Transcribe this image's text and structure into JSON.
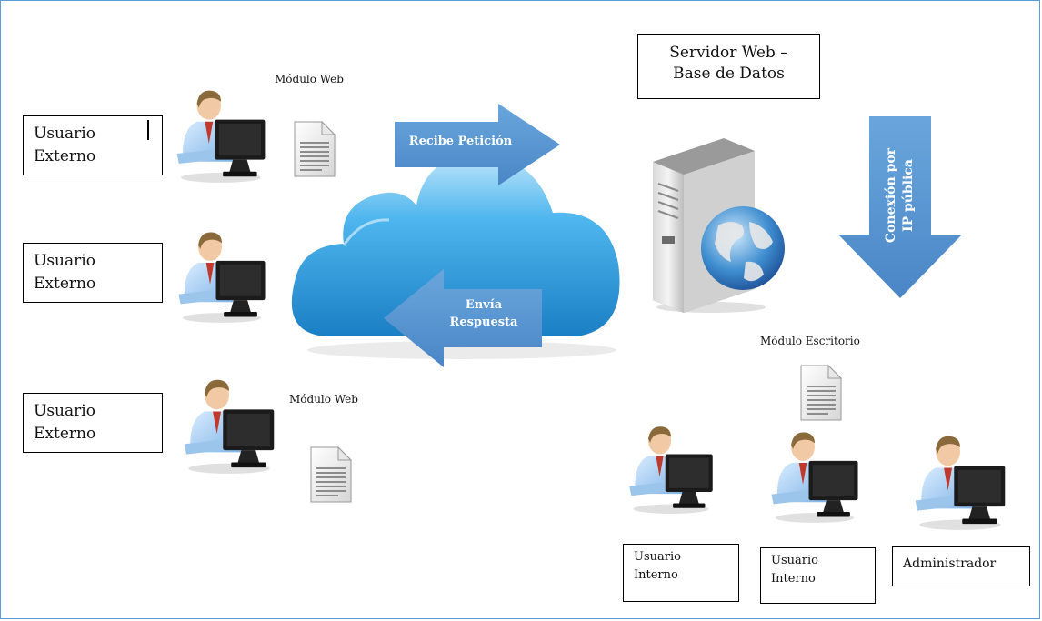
{
  "external_users": [
    {
      "label": "Usuario Externo"
    },
    {
      "label": "Usuario Externo"
    },
    {
      "label": "Usuario Externo"
    }
  ],
  "modules": {
    "web_top": "Módulo Web",
    "web_bottom": "Módulo Web",
    "desktop": "Módulo Escritorio"
  },
  "arrows": {
    "request": "Recibe Petición",
    "response_line1": "Envía",
    "response_line2": "Respuesta",
    "connection_line1": "Conexión por",
    "connection_line2": "IP pública"
  },
  "server": {
    "line1": "Servidor Web –",
    "line2": "Base de Datos"
  },
  "internal_users": {
    "user1_line1": "Usuario",
    "user1_line2": "Interno",
    "user2_line1": "Usuario",
    "user2_line2": "Interno",
    "admin": "Administrador"
  },
  "colors": {
    "arrow_blue": "#5b9bd5",
    "cloud_blue": "#2f9ee0",
    "frame": "#5b9bd5"
  }
}
